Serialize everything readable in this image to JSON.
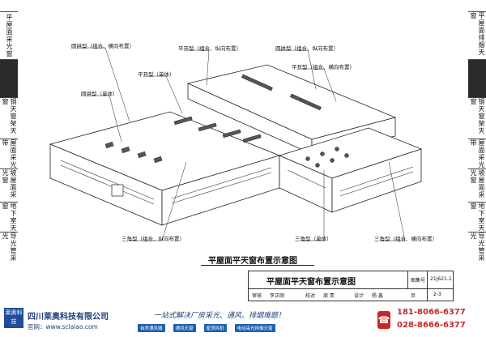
{
  "left_tabs": [
    {
      "label": "平屋面采光窗",
      "dark": false
    },
    {
      "label": "",
      "dark": true
    },
    {
      "label": "钢天窗架天窗",
      "dark": false
    },
    {
      "label": "屋面采光带",
      "dark": false
    },
    {
      "label": "坡屋面采光窗",
      "dark": false
    },
    {
      "label": "地下室天窗",
      "dark": false
    },
    {
      "label": "导光管采光",
      "dark": false
    }
  ],
  "right_tabs": [
    {
      "label": "平屋面排烟天窗",
      "dark": false
    },
    {
      "label": "",
      "dark": true
    },
    {
      "label": "钢天窗架天窗",
      "dark": false
    },
    {
      "label": "屋面采光带",
      "dark": false
    },
    {
      "label": "坡屋面采光窗",
      "dark": false
    },
    {
      "label": "地下室天窗",
      "dark": false
    },
    {
      "label": "导光管采光",
      "dark": false
    }
  ],
  "callouts": {
    "c1": "圆拱型（组合、横向布置）",
    "c2": "平开型（组合、纵向布置）",
    "c3": "圆拱型（组合、纵向布置）",
    "c4": "平开型（单体）",
    "c5": "平开型（组合、横向布置）",
    "c6": "圆拱型（单体）",
    "c7": "三角型（组合、纵向布置）",
    "c8": "三角型（单体）",
    "c9": "三角型（组合、横向布置）"
  },
  "caption": "平屋面平天窗布置示意图",
  "title_block": {
    "title": "平屋面平天窗布置示意图",
    "atlas_label": "图集号",
    "atlas_no": "21J621-1",
    "row2": [
      "审核",
      "李正刚",
      "校对",
      "周 贵",
      "设计",
      "杨 鑫"
    ],
    "page_label": "页",
    "page_no": "2-3"
  },
  "footer": {
    "logo": "莱奥科技",
    "company": "四川莱奥科技有限公司",
    "site": "官网：www.sclaiao.com",
    "slogan": "一站式解决厂房采光、通风、排烟难题！",
    "tags": [
      "自然通风器",
      "通风天窗",
      "屋顶风机",
      "电动采光排烟天窗"
    ],
    "phone1": "181-8066-6377",
    "phone2": "028-8666-6377"
  },
  "colors": {
    "brand": "#1f4d9c",
    "phone": "#c62828"
  }
}
